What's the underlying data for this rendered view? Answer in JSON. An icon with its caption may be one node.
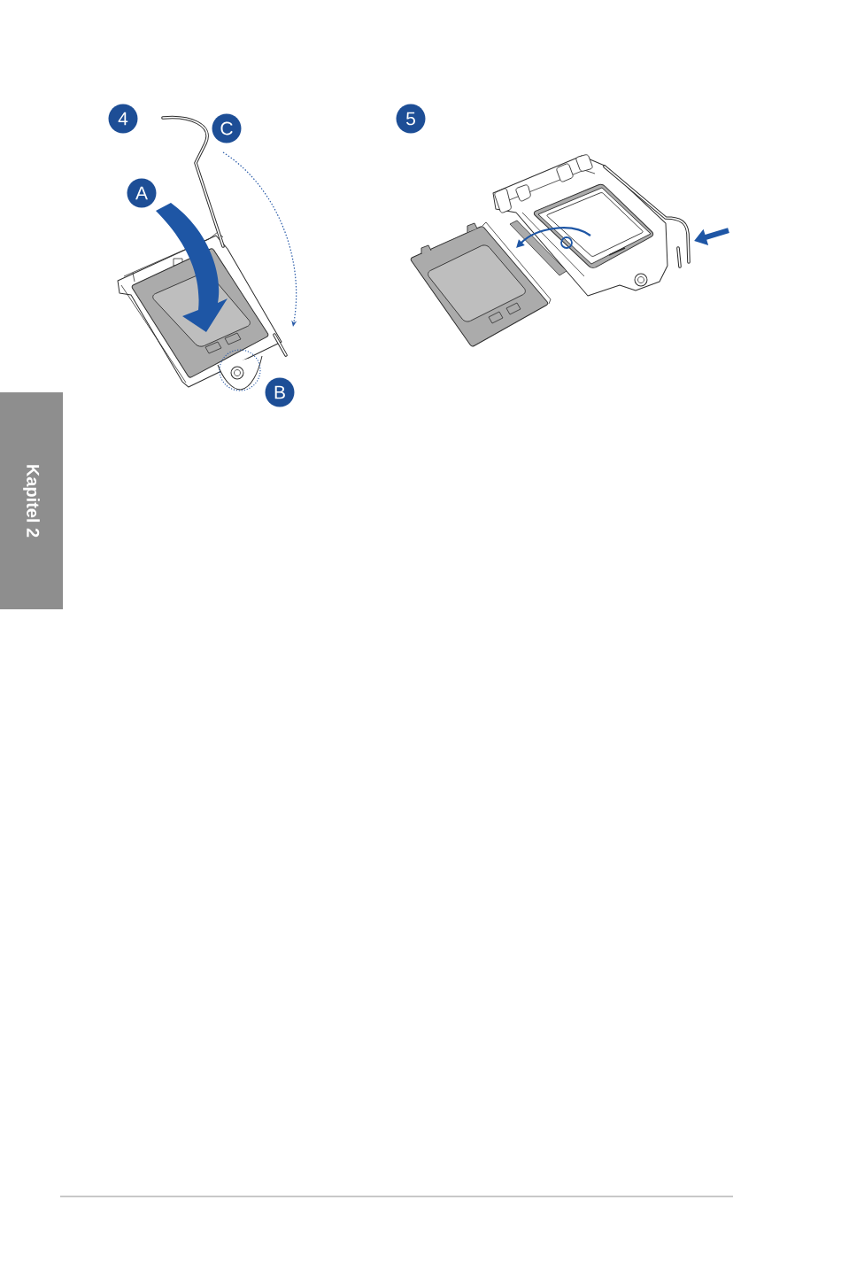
{
  "diagram": {
    "nodes": [
      {
        "text": [
          "4"
        ]
      },
      {
        "text": [
          "C"
        ]
      },
      {
        "text": [
          "A"
        ]
      },
      {
        "text": [
          "B"
        ]
      },
      {
        "text": [
          "5"
        ]
      },
      {
        "text": [
          "Kapitel 2"
        ]
      }
    ]
  }
}
